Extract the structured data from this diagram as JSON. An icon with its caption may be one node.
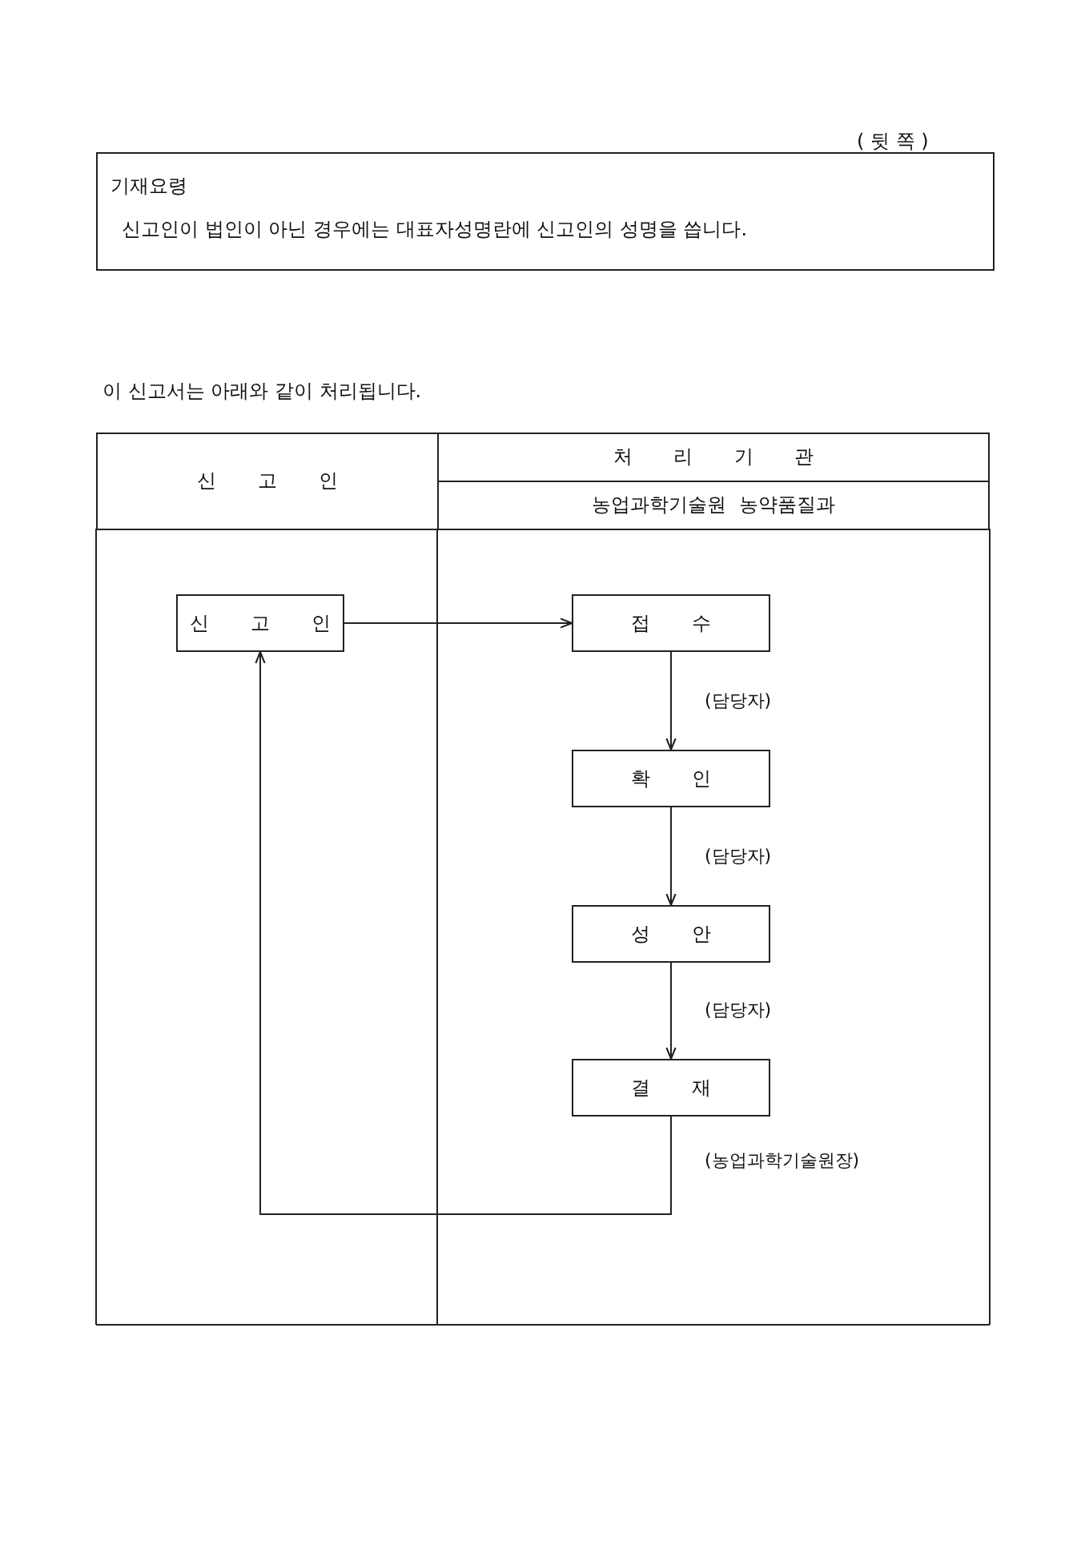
{
  "diagram": {
    "nodes": [
      {
        "text": [
          "기재요령",
          "신고인이 법인이 아닌 경우에는 대표자성명란에 신고인의 성명을 씁니다."
        ]
      },
      {
        "text": [
          "신 고 인"
        ]
      },
      {
        "text": [
          "처 리 기 관"
        ]
      },
      {
        "text": [
          "농업과학기술원 농약품질과"
        ]
      },
      {
        "text": [
          "신 고 인"
        ]
      },
      {
        "text": [
          "접 수"
        ]
      },
      {
        "text": [
          "확 인"
        ]
      },
      {
        "text": [
          "성 안"
        ]
      },
      {
        "text": [
          "결 재"
        ]
      }
    ],
    "edges": [
      {
        "from": 4,
        "to": 5,
        "arrow": "to"
      },
      {
        "from": 5,
        "to": 6,
        "arrow": "to",
        "label": "(담당자)"
      },
      {
        "from": 6,
        "to": 7,
        "arrow": "to",
        "label": "(담당자)"
      },
      {
        "from": 7,
        "to": 8,
        "arrow": "to",
        "label": "(담당자)"
      },
      {
        "from": 8,
        "to": 4,
        "arrow": "to",
        "label": "(농업과학기술원장)"
      }
    ],
    "labels": [
      "( 뒷 쪽 )",
      "이 신고서는 아래와 같이 처리됩니다."
    ]
  }
}
